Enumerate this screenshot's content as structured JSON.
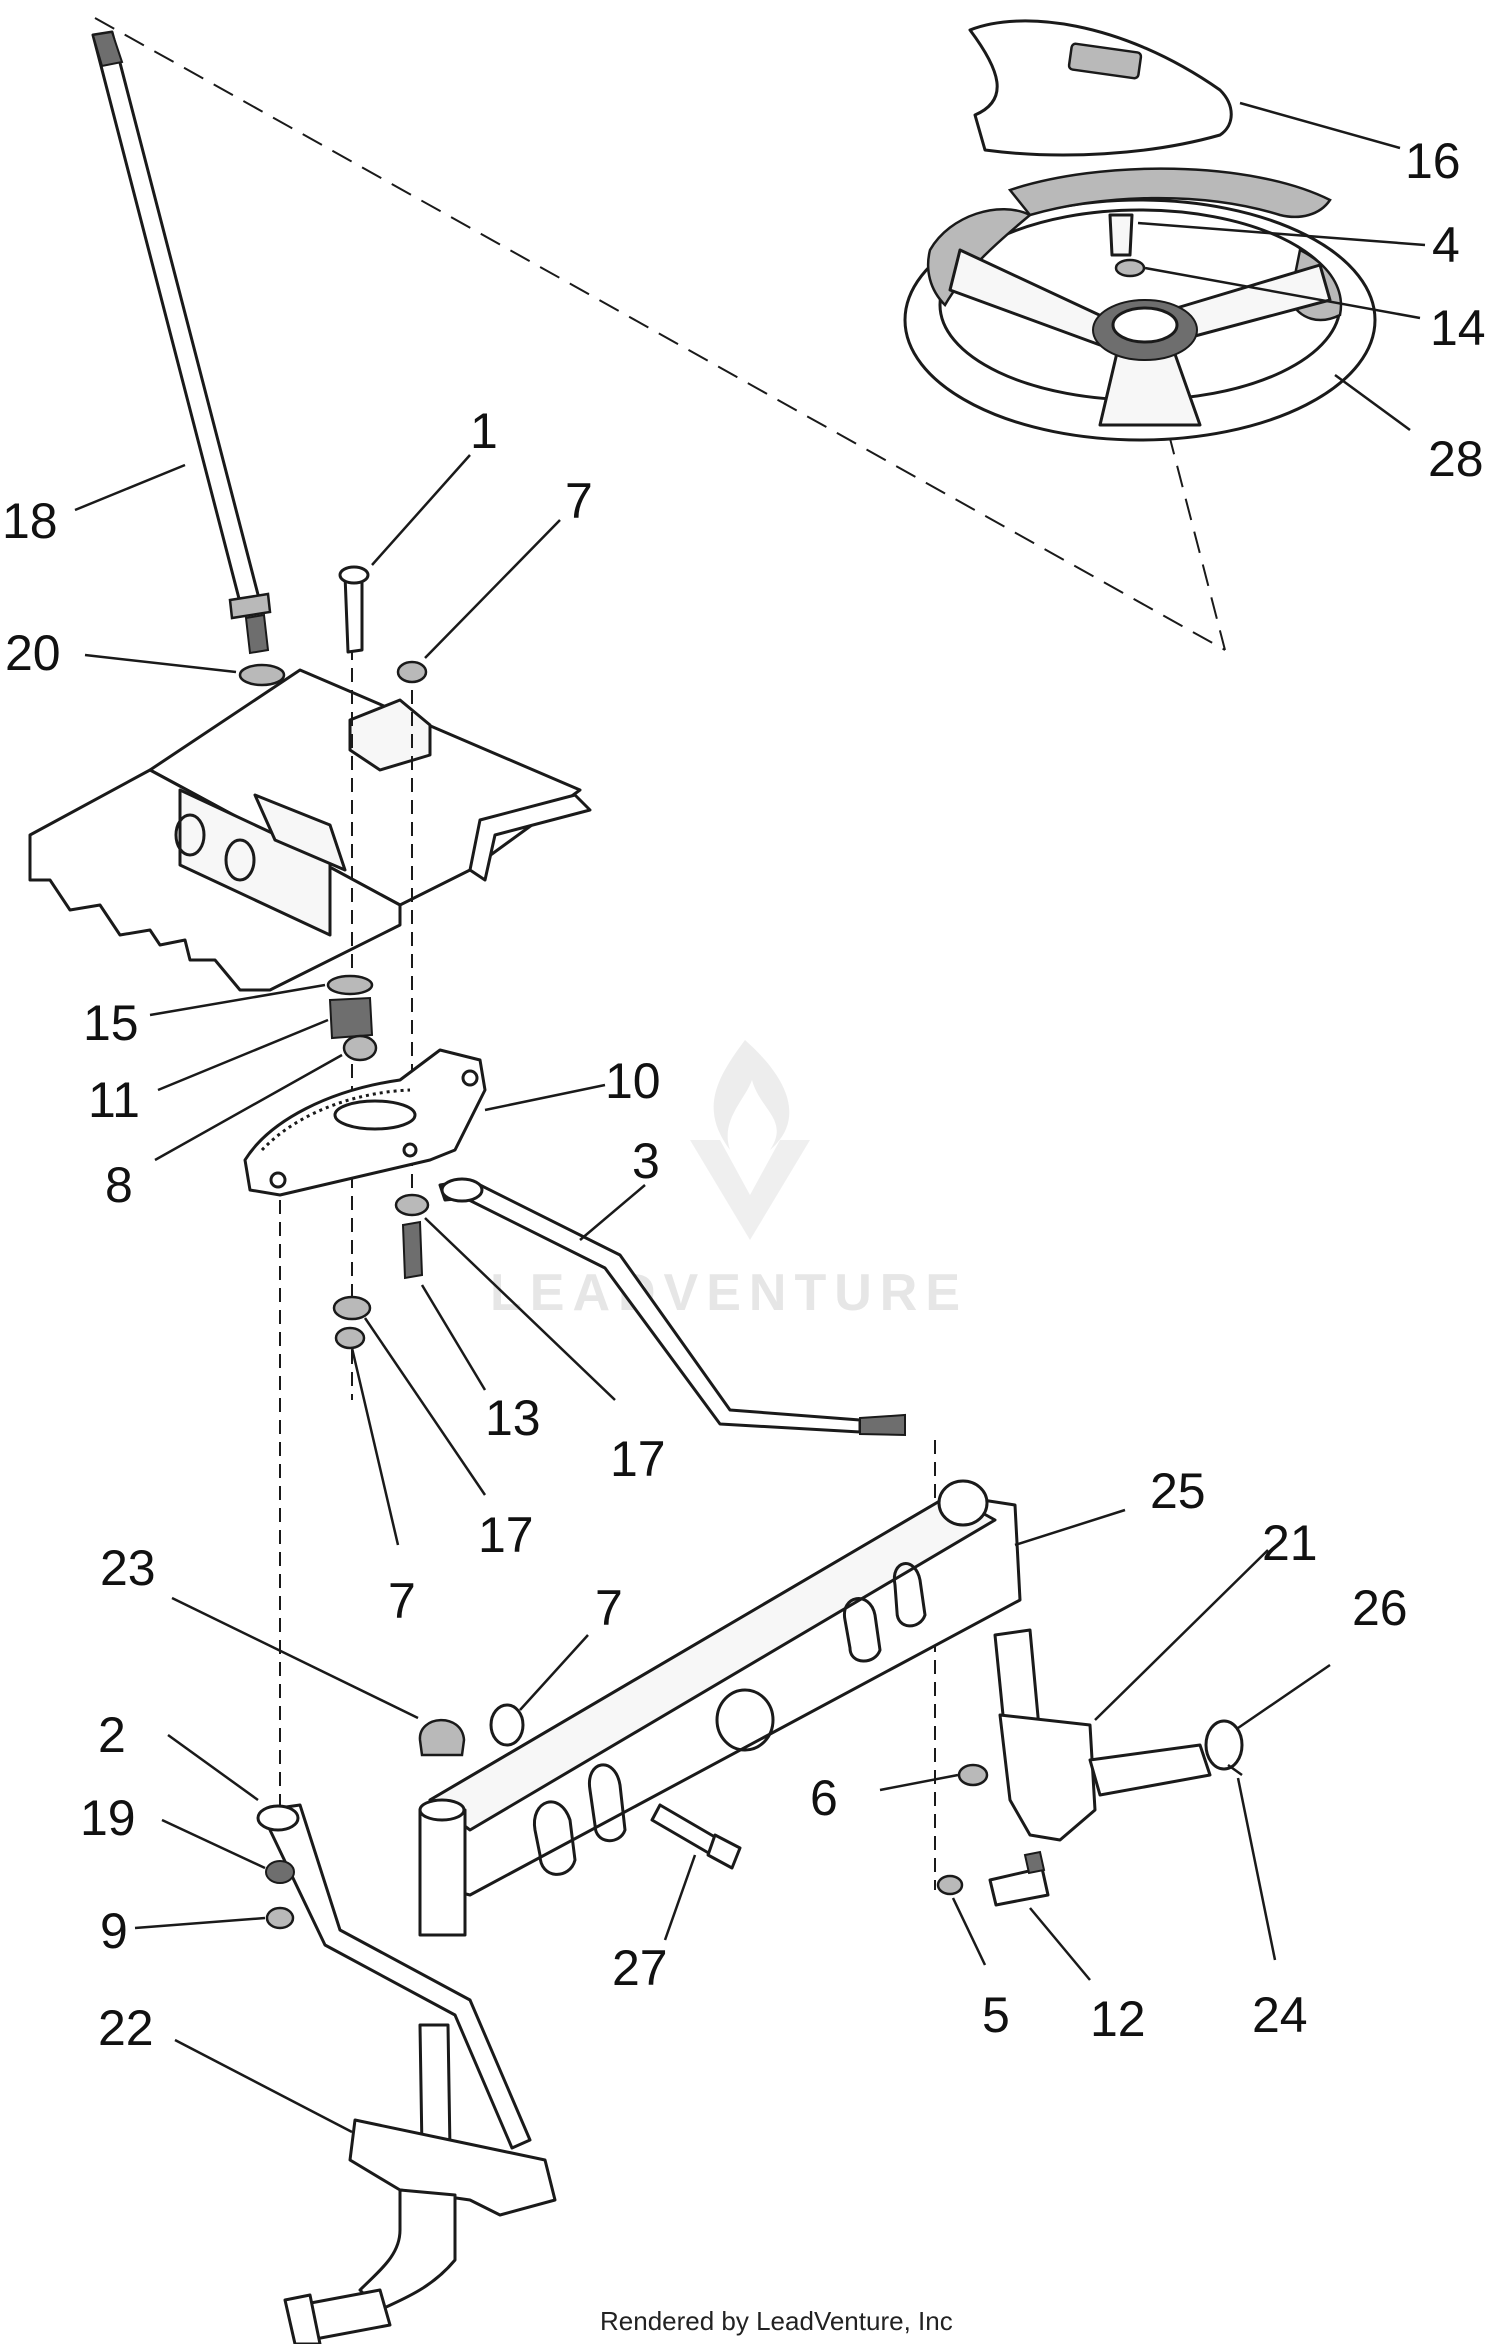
{
  "diagram": {
    "labels": [
      {
        "id": "label-18",
        "text": "18"
      },
      {
        "id": "label-20",
        "text": "20"
      },
      {
        "id": "label-1",
        "text": "1"
      },
      {
        "id": "label-7a",
        "text": "7"
      },
      {
        "id": "label-16",
        "text": "16"
      },
      {
        "id": "label-4",
        "text": "4"
      },
      {
        "id": "label-14",
        "text": "14"
      },
      {
        "id": "label-28",
        "text": "28"
      },
      {
        "id": "label-15",
        "text": "15"
      },
      {
        "id": "label-11",
        "text": "11"
      },
      {
        "id": "label-8",
        "text": "8"
      },
      {
        "id": "label-10",
        "text": "10"
      },
      {
        "id": "label-3",
        "text": "3"
      },
      {
        "id": "label-13",
        "text": "13"
      },
      {
        "id": "label-17a",
        "text": "17"
      },
      {
        "id": "label-17b",
        "text": "17"
      },
      {
        "id": "label-7b",
        "text": "7"
      },
      {
        "id": "label-25",
        "text": "25"
      },
      {
        "id": "label-21",
        "text": "21"
      },
      {
        "id": "label-26",
        "text": "26"
      },
      {
        "id": "label-23",
        "text": "23"
      },
      {
        "id": "label-7c",
        "text": "7"
      },
      {
        "id": "label-2",
        "text": "2"
      },
      {
        "id": "label-19",
        "text": "19"
      },
      {
        "id": "label-9",
        "text": "9"
      },
      {
        "id": "label-6",
        "text": "6"
      },
      {
        "id": "label-27",
        "text": "27"
      },
      {
        "id": "label-5",
        "text": "5"
      },
      {
        "id": "label-12",
        "text": "12"
      },
      {
        "id": "label-24",
        "text": "24"
      },
      {
        "id": "label-22",
        "text": "22"
      }
    ],
    "watermark": "LEADVENTURE",
    "credit": "Rendered by LeadVenture, Inc"
  }
}
